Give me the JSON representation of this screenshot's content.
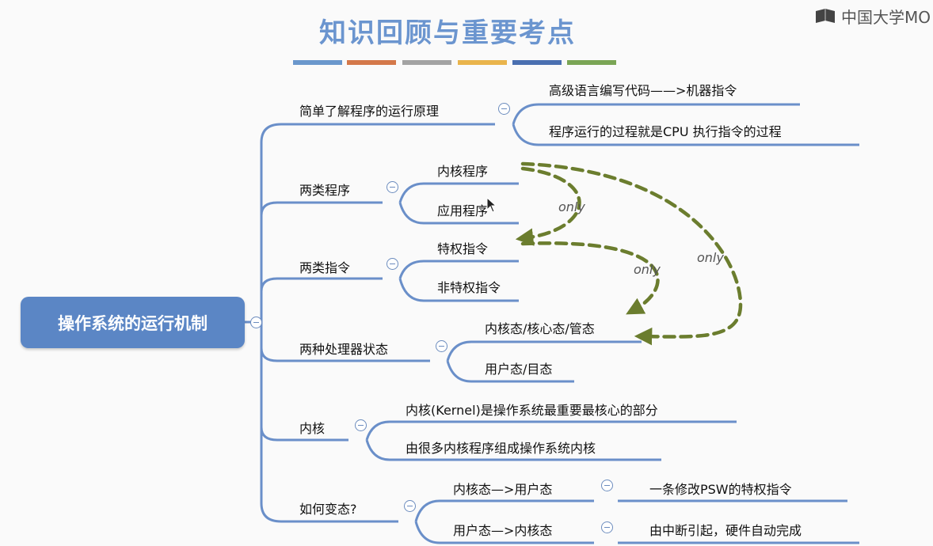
{
  "title": "知识回顾与重要考点",
  "watermark": "中国大学MO",
  "color_bars": [
    "#6a97cc",
    "#d4784a",
    "#a3a3a3",
    "#e9b44c",
    "#4a6fb0",
    "#7aa555"
  ],
  "root": "操作系统的运行机制",
  "branches": {
    "b1": {
      "label": "简单了解程序的运行原理",
      "children": [
        "高级语言编写代码——>机器指令",
        "程序运行的过程就是CPU 执行指令的过程"
      ]
    },
    "b2": {
      "label": "两类程序",
      "children": [
        "内核程序",
        "应用程序"
      ]
    },
    "b3": {
      "label": "两类指令",
      "children": [
        "特权指令",
        "非特权指令"
      ]
    },
    "b4": {
      "label": "两种处理器状态",
      "children": [
        "内核态/核心态/管态",
        "用户态/目态"
      ]
    },
    "b5": {
      "label": "内核",
      "children": [
        "内核(Kernel)是操作系统最重要最核心的部分",
        "由很多内核程序组成操作系统内核"
      ]
    },
    "b6": {
      "label": "如何变态?",
      "children": [
        "内核态—>用户态",
        "用户态—>内核态"
      ],
      "grandchildren": [
        "一条修改PSW的特权指令",
        "由中断引起，硬件自动完成"
      ]
    }
  },
  "arrow_labels": [
    "only",
    "only",
    "only"
  ],
  "line_color": "#5b86c5",
  "arrow_color": "#6b7d2e"
}
